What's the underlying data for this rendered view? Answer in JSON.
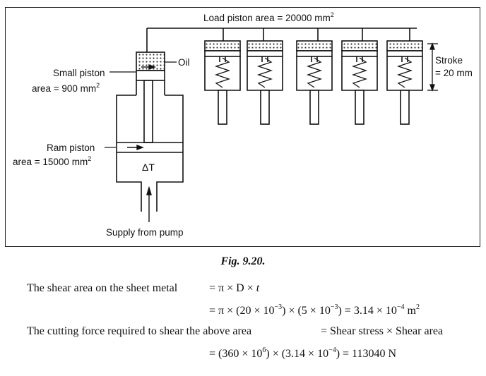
{
  "figure": {
    "load_piston_label": "Load piston area = 20000 mm",
    "load_piston_sup": "2",
    "oil_label": "Oil",
    "small_piston_line1": "Small piston",
    "small_piston_line2": "area = 900  mm",
    "small_piston_sup": "2",
    "stroke_line1": "Stroke",
    "stroke_line2": "= 20 mm",
    "ram_piston_line1": "Ram piston",
    "ram_piston_line2": "area = 15000 mm",
    "ram_piston_sup": "2",
    "delta_t": "ΔT",
    "supply_label": "Supply from pump",
    "caption": "Fig. 9.20."
  },
  "text": {
    "line1_left": "The shear area on the sheet metal",
    "line1_right": "=  π × D × ",
    "line1_t": "t",
    "line2_a": "=  π × (20 × 10",
    "line2_a_sup": "−3",
    "line2_b": ") × (5 × 10",
    "line2_b_sup": "−3",
    "line2_c": ") = 3.14 × 10",
    "line2_c_sup": "−4",
    "line2_d": " m",
    "line2_d_sup": "2",
    "line3_left": "The cutting force required to shear the above area",
    "line3_right": "=   Shear stress × Shear area",
    "line4_a": "=  (360 × 10",
    "line4_a_sup": "6",
    "line4_b": ") × (3.14 × 10",
    "line4_b_sup": "−4",
    "line4_c": ") = 113040 N"
  }
}
